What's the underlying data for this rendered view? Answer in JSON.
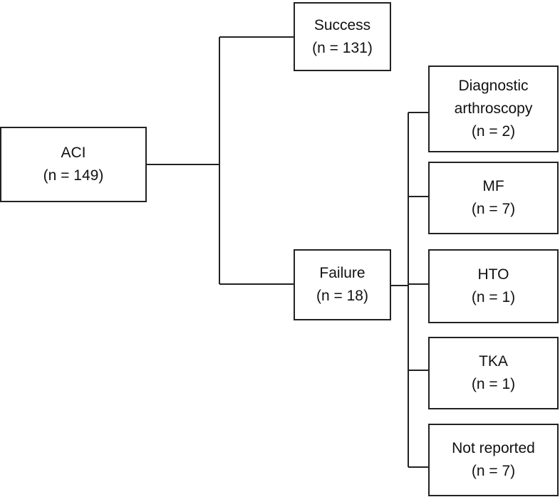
{
  "nodes": {
    "aci": {
      "label": "ACI",
      "count": "(n = 149)"
    },
    "success": {
      "label": "Success",
      "count": "(n = 131)"
    },
    "failure": {
      "label": "Failure",
      "count": "(n = 18)"
    },
    "diagnostic_arthroscopy": {
      "label_line1": "Diagnostic",
      "label_line2": "arthroscopy",
      "count": "(n = 2)"
    },
    "mf": {
      "label": "MF",
      "count": "(n = 7)"
    },
    "hto": {
      "label": "HTO",
      "count": "(n = 1)"
    },
    "tka": {
      "label": "TKA",
      "count": "(n = 1)"
    },
    "not_reported": {
      "label": "Not reported",
      "count": "(n = 7)"
    }
  }
}
